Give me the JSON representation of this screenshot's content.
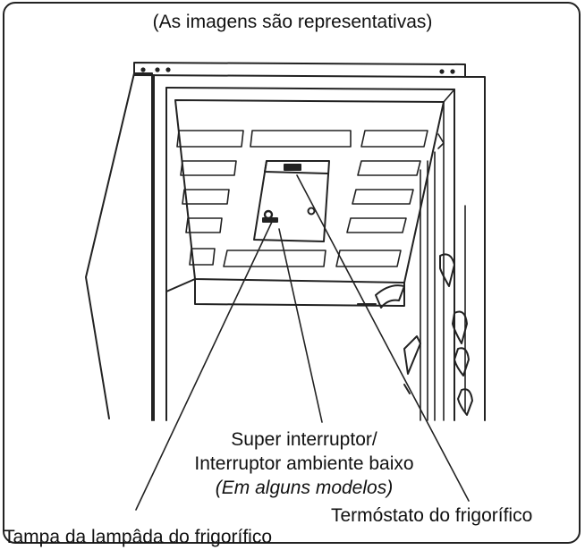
{
  "caption": "(As imagens são representativas)",
  "labels": {
    "super_switch": "Super interruptor/",
    "low_ambient_switch": "Interruptor ambiente baixo",
    "some_models": "(Em alguns modelos)",
    "thermostat": "Termóstato do frigorífico",
    "lamp_cover": "Tampa da lampâda do frigorífico"
  },
  "colors": {
    "line": "#222222",
    "background": "#ffffff"
  }
}
